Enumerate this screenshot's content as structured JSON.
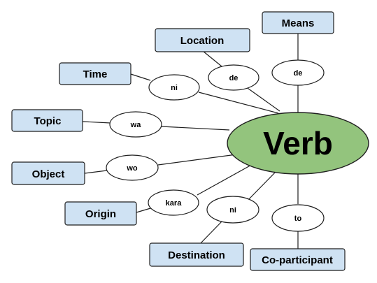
{
  "center": {
    "label": "Verb",
    "fill": "#93c47d"
  },
  "box_fill": "#cfe2f3",
  "roles": {
    "means": {
      "label": "Means",
      "particle": "de"
    },
    "location": {
      "label": "Location",
      "particle": "de"
    },
    "time": {
      "label": "Time",
      "particle": "ni"
    },
    "topic": {
      "label": "Topic",
      "particle": "wa"
    },
    "object": {
      "label": "Object",
      "particle": "wo"
    },
    "origin": {
      "label": "Origin",
      "particle": "kara"
    },
    "destination": {
      "label": "Destination",
      "particle": "ni"
    },
    "coparticipant": {
      "label": "Co-participant",
      "particle": "to"
    }
  }
}
